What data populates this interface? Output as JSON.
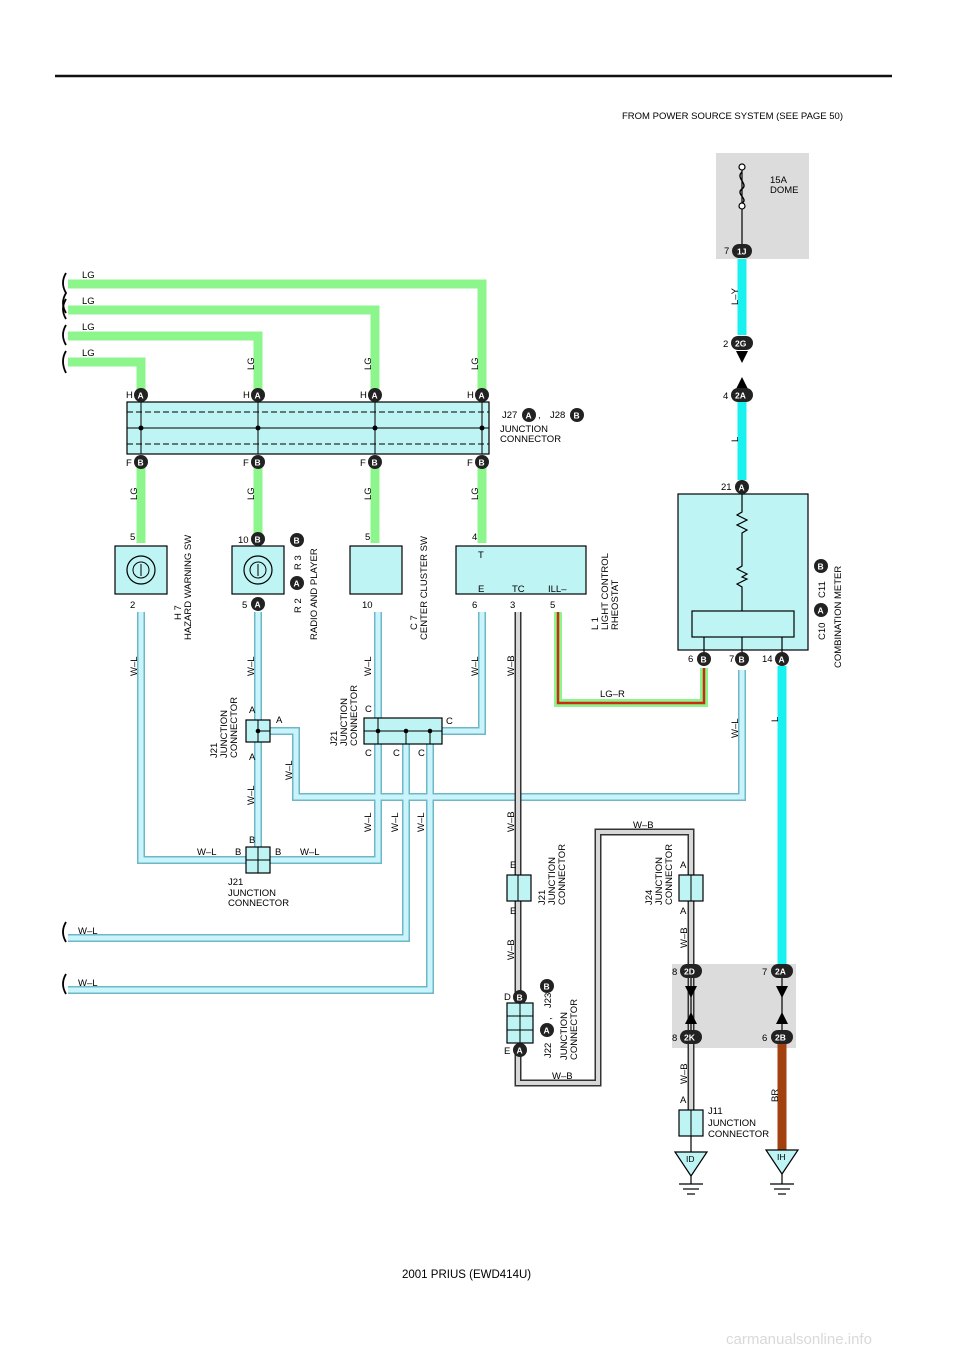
{
  "page": {
    "power_source_note": "FROM POWER SOURCE SYSTEM (SEE PAGE 50)",
    "footer": "2001 PRIUS (EWD414U)",
    "watermark": "carmanualsonline.info"
  },
  "colors": {
    "LG": "#8cf58c",
    "L": "#19f0f0",
    "W-L": "#aeeaf5",
    "W-B": "#c8c8c8",
    "LG-R": "#cc2a12",
    "BR": "#a3400f",
    "component_fill": "#bff4f4",
    "shade_box": "#dcdcdc",
    "badge": "#222222"
  },
  "wire_labels": {
    "LG": "LG",
    "L_Y": "L–Y",
    "L": "L",
    "W_L": "W–L",
    "W_B": "W–B",
    "LG_R": "LG–R",
    "BR": "BR"
  },
  "fuse": {
    "rating": "15A",
    "name": "DOME"
  },
  "badges": {
    "A": "A",
    "B": "B",
    "1J": "1J",
    "2G": "2G",
    "2A": "2A",
    "2D": "2D",
    "2K": "2K",
    "2B": "2B",
    "ID": "ID",
    "IH": "IH"
  },
  "pins": {
    "p2": "2",
    "p3": "3",
    "p4": "4",
    "p5": "5",
    "p6": "6",
    "p7": "7",
    "p8": "8",
    "p10": "10",
    "p14": "14",
    "p21": "21",
    "A": "A",
    "B": "B",
    "C": "C",
    "D": "D",
    "E": "E",
    "F": "F",
    "H": "H"
  },
  "components": {
    "j27_j28": {
      "id1": "J27",
      "id2": "J28",
      "sep": ",",
      "name_line1": "JUNCTION",
      "name_line2": "CONNECTOR"
    },
    "h7": {
      "id": "H 7",
      "name": "HAZARD WARNING SW"
    },
    "r2_r3": {
      "id1": "R 2",
      "id2": "R 3",
      "sep": ",",
      "name": "RADIO AND PLAYER"
    },
    "c7": {
      "id": "C 7",
      "name": "CENTER CLUSTER SW"
    },
    "l1": {
      "id": "L 1",
      "name_line1": "LIGHT CONTROL",
      "name_line2": "RHEOSTAT",
      "term_t": "T",
      "term_e": "E",
      "term_tc": "TC",
      "term_ill": "ILL–"
    },
    "c10_c11": {
      "id1": "C10",
      "id2": "C11",
      "sep": ",",
      "name": "COMBINATION METER"
    },
    "j21": {
      "id": "J21",
      "name_line1": "JUNCTION",
      "name_line2": "CONNECTOR"
    },
    "j24": {
      "id": "J24",
      "name_line1": "JUNCTION",
      "name_line2": "CONNECTOR"
    },
    "j22_j23": {
      "id1": "J22",
      "id2": "J23",
      "sep": ",",
      "name_line1": "JUNCTION",
      "name_line2": "CONNECTOR"
    },
    "j11": {
      "id": "J11",
      "name_line1": "JUNCTION",
      "name_line2": "CONNECTOR"
    }
  }
}
